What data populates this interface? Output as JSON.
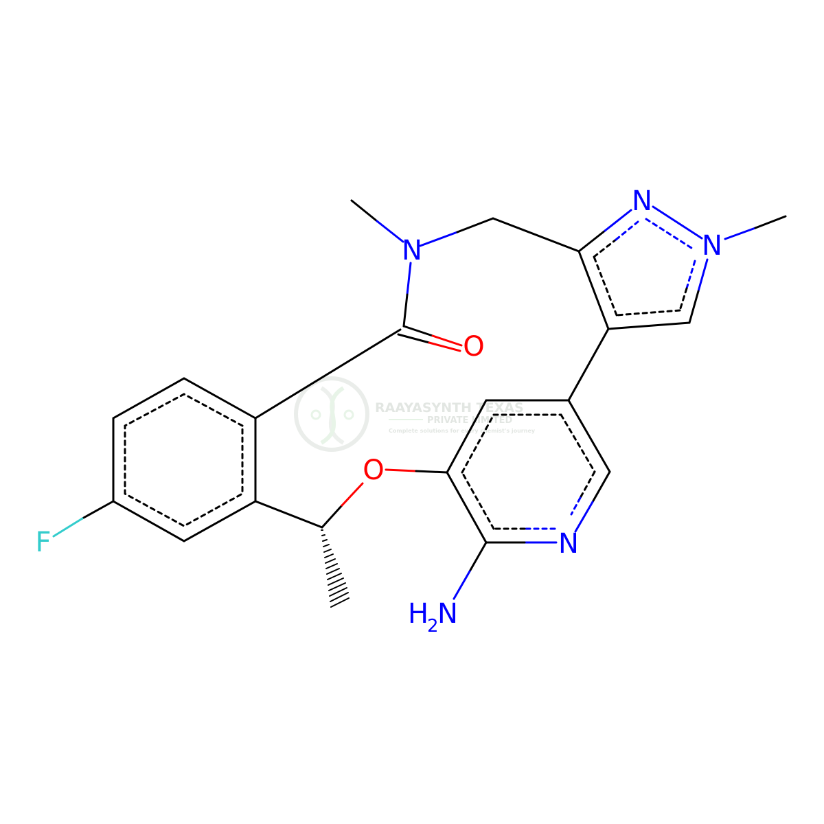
{
  "colors": {
    "bond": "#000000",
    "nitrogen": "#0000ff",
    "oxygen": "#ff0000",
    "fluorine": "#33cccc",
    "watermark": "#d3d8d3"
  },
  "atoms": {
    "n_amide": "N",
    "o_carbonyl": "O",
    "n_pyrazole_2": "N",
    "n_pyrazole_1": "N",
    "o_ether": "O",
    "f": "F",
    "n_pyridine": "N",
    "amine_h": "H",
    "amine_sub": "2",
    "amine_n": "N"
  },
  "watermark": {
    "name": "RAAYASYNTH TEXAS",
    "line2": "PRIVATE LIMITED",
    "tagline": "Complete solutions for every chemist's journey"
  }
}
